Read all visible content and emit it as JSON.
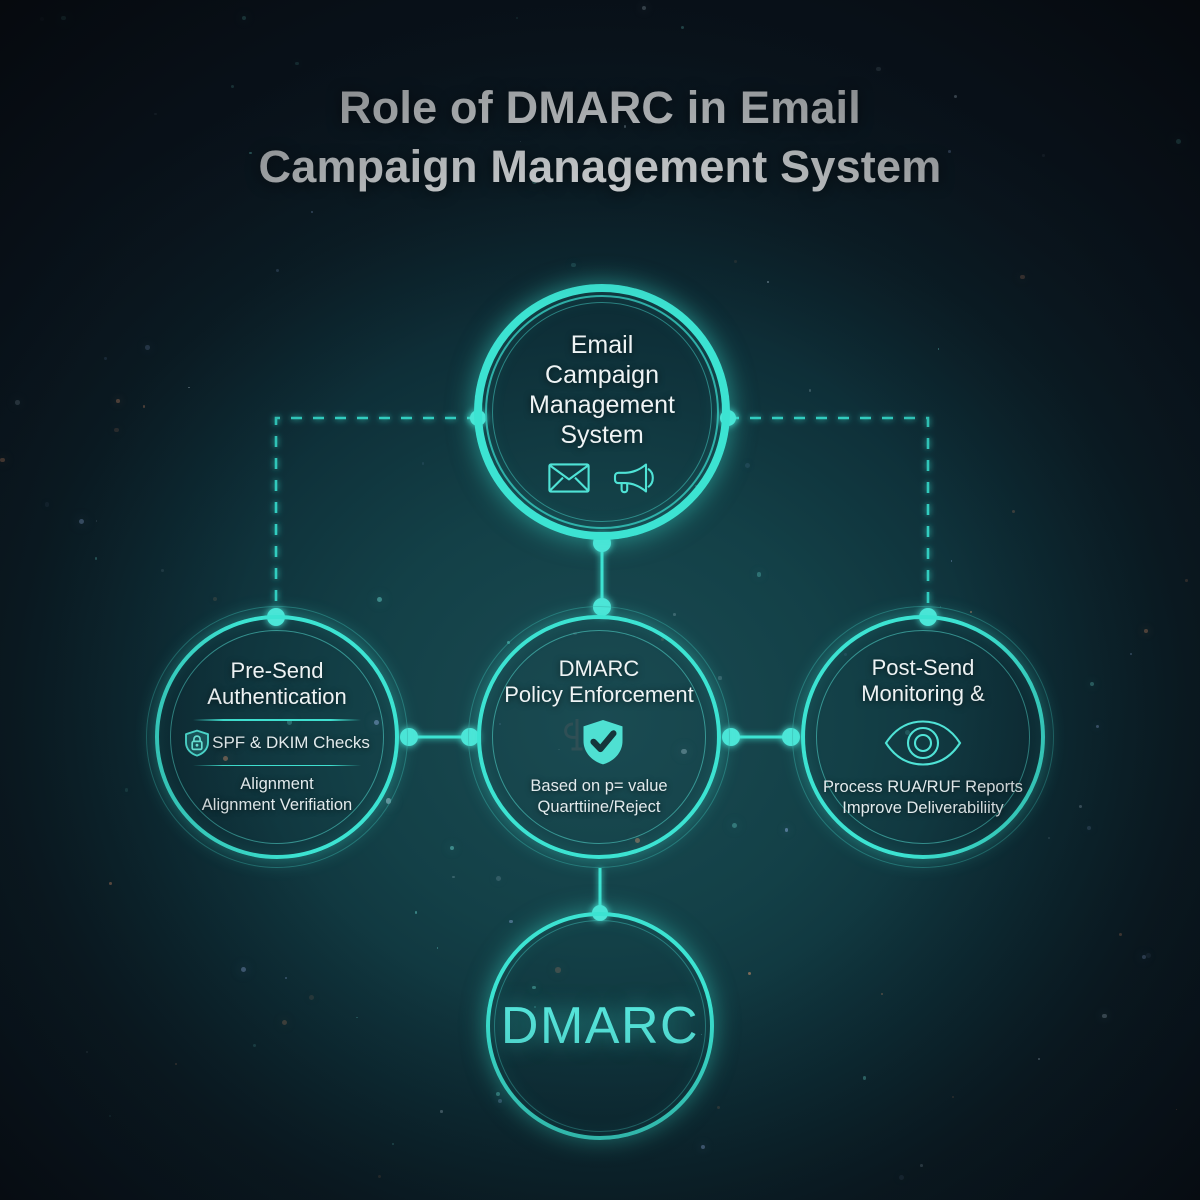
{
  "title": {
    "line1": "Role of DMARC in Email",
    "line2": "Campaign Management System"
  },
  "colors": {
    "accent": "#3ce3d2",
    "accent_soft": "#55e4da",
    "text": "#eef3f4",
    "bg_outer": "#0e1620",
    "bg_center": "#1a4b52"
  },
  "nodes": {
    "top": {
      "title_lines": [
        "Email",
        "Campaign",
        "Management",
        "System"
      ],
      "icons": [
        "envelope-icon",
        "megaphone-icon"
      ]
    },
    "left": {
      "title_lines": [
        "Pre-Send",
        "Authentication"
      ],
      "icon": "shield-lock-icon",
      "row_label": "SPF & DKIM Checks",
      "sub_lines": [
        "Alignment",
        "Alignment Verifiation"
      ]
    },
    "center": {
      "title_lines": [
        "DMARC",
        "Policy Enforcement"
      ],
      "icon": "shield-check-icon",
      "sub_lines": [
        "Based on p= value",
        "Quarttiine/Reject"
      ]
    },
    "right": {
      "title_lines": [
        "Post-Send",
        "Monitoring &"
      ],
      "icon": "eye-icon",
      "sub_lines": [
        "Process RUA/RUF Reports",
        "Improve Deliverabiliity"
      ]
    },
    "bottom": {
      "label": "DMARC"
    }
  },
  "connectors": [
    {
      "name": "top-to-left",
      "style": "dashed"
    },
    {
      "name": "top-to-right",
      "style": "dashed"
    },
    {
      "name": "top-to-center",
      "style": "solid"
    },
    {
      "name": "left-to-center",
      "style": "solid"
    },
    {
      "name": "center-to-right",
      "style": "solid"
    },
    {
      "name": "center-to-bottom",
      "style": "solid"
    }
  ]
}
